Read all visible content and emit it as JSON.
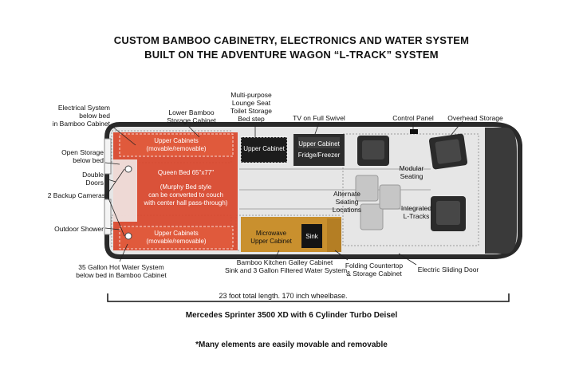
{
  "header": {
    "title_line1": "CUSTOM BAMBOO CABINETRY, ELECTRONICS AND WATER SYSTEM",
    "title_line2": "BUILT ON THE ADVENTURE WAGON “L-TRACK” SYSTEM"
  },
  "callouts": {
    "electrical": [
      "Electrical System",
      "below bed",
      "in Bamboo Cabinet"
    ],
    "lower_bamboo": [
      "Lower Bamboo",
      "Storage Cabinet"
    ],
    "lounge_seat": [
      "Multi-purpose",
      "Lounge Seat",
      "Toilet Storage",
      "Bed step"
    ],
    "tv": "TV on Full Swivel",
    "control_panel": "Control Panel",
    "overhead_storage": "Overhead Storage",
    "open_storage": [
      "Open Storage",
      "below bed"
    ],
    "double_doors": [
      "Double",
      "Doors"
    ],
    "backup_cameras": "2 Backup Cameras",
    "outdoor_shower": "Outdoor Shower",
    "hot_water": [
      "35 Gallon Hot Water System",
      "below bed in Bamboo Cabinet"
    ],
    "galley": [
      "Bamboo Kitchen Galley Cabinet",
      "Sink and 3 Gallon Filtered Water System"
    ],
    "folding_countertop": [
      "Folding Countertop",
      "& Storage Cabinet"
    ],
    "sliding_door": "Electric Sliding Door",
    "modular_seating": [
      "Modular",
      "Seating"
    ],
    "alternate_seating": [
      "Alternate",
      "Seating",
      "Locations"
    ],
    "integrated_ltracks": [
      "Integrated",
      "L-Tracks"
    ]
  },
  "zones": {
    "upper_cabinets_top": [
      "Upper Cabinets",
      "(movable/removable)"
    ],
    "queen_bed": [
      "Queen Bed 65\"x77\"",
      "",
      "(Murphy Bed style",
      "can be converted to couch",
      "with center hall pass-through)"
    ],
    "upper_cabinets_bottom": [
      "Upper Cabinets",
      "(movable/removable)"
    ],
    "upper_cabinet": "Upper Cabinet",
    "upper_cabinet_fridge": [
      "Upper Cabinet",
      "Fridge/Freezer"
    ],
    "microwave": [
      "Microwave",
      "Upper Cabinet"
    ],
    "sink": "Sink"
  },
  "footer": {
    "length": "23 foot total length.  170 inch wheelbase.",
    "vehicle": "Mercedes Sprinter 3500 XD with 6 Cylinder Turbo Deisel",
    "note": "*Many elements are easily movable and removable"
  },
  "colors": {
    "bed_red": "#d9452a",
    "bamboo": "#c9902e",
    "van_body": "#e4e4e4",
    "van_outline": "#2a2a2a",
    "seat_dark": "#2b2b2b",
    "seat_ghost": "#c8c8c8"
  }
}
